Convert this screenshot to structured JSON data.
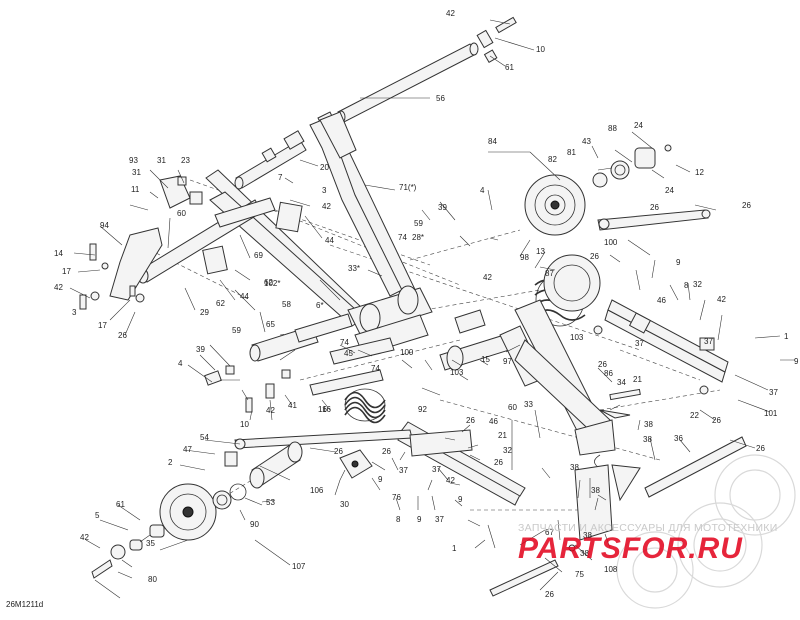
{
  "diagram_code": "26M1211d",
  "watermark": {
    "caption": "ЗАПЧАСТИ И АКСЕССУАРЫ ДЛЯ МОТОТЕХНИКИ",
    "logo_text": "PARTSFOR.RU"
  },
  "callouts": [
    "42",
    "10",
    "61",
    "56",
    "20",
    "3",
    "7",
    "42",
    "44",
    "71(*)",
    "84",
    "24",
    "88",
    "43",
    "81",
    "82",
    "12",
    "24",
    "93",
    "31",
    "23",
    "31",
    "11",
    "60",
    "94",
    "14",
    "17",
    "42",
    "17",
    "26",
    "3",
    "69",
    "62",
    "62",
    "29",
    "44",
    "33*",
    "39",
    "4",
    "28*",
    "74",
    "59",
    "13",
    "98",
    "87",
    "26",
    "26",
    "26",
    "100",
    "42",
    "102*",
    "6*",
    "58",
    "65",
    "59",
    "39",
    "4",
    "41",
    "42",
    "10",
    "16",
    "45",
    "100",
    "74",
    "74",
    "15",
    "103",
    "97",
    "103",
    "37",
    "9",
    "32",
    "8",
    "46",
    "42",
    "1",
    "37",
    "9",
    "37",
    "21",
    "26",
    "101",
    "86",
    "34",
    "26",
    "92",
    "16",
    "60",
    "33",
    "26",
    "46",
    "21",
    "32",
    "26",
    "54",
    "47",
    "2",
    "26",
    "26",
    "37",
    "9",
    "106",
    "30",
    "76",
    "8",
    "9",
    "37",
    "37",
    "53",
    "90",
    "42",
    "9",
    "1",
    "22",
    "36",
    "38",
    "38",
    "26",
    "38",
    "38",
    "38",
    "38",
    "75",
    "61",
    "5",
    "42",
    "35",
    "80",
    "107",
    "67",
    "108",
    "26"
  ]
}
